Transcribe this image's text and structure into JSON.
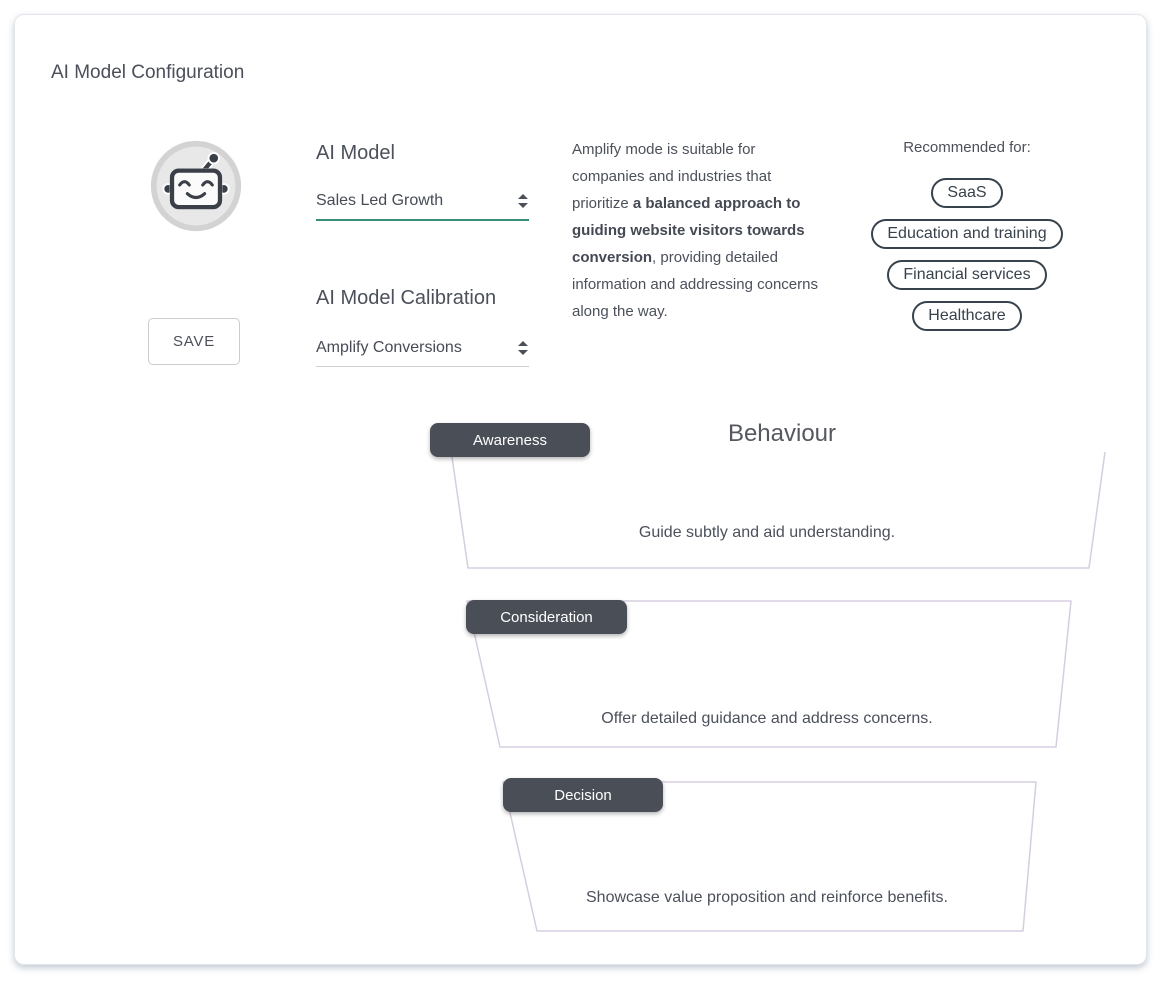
{
  "page": {
    "title": "AI Model Configuration"
  },
  "avatar": {
    "icon": "robot-icon"
  },
  "actions": {
    "save_label": "SAVE"
  },
  "model_field": {
    "label": "AI Model",
    "value": "Sales Led Growth",
    "icon": "sort-arrows-icon"
  },
  "calibration_field": {
    "label": "AI Model Calibration",
    "value": "Amplify Conversions",
    "icon": "sort-arrows-icon"
  },
  "description": {
    "pre": "Amplify mode is suitable for companies and industries that prioritize ",
    "bold": "a balanced approach to guiding website visitors towards conversion",
    "post": ", providing detailed information and addressing concerns along the way."
  },
  "recommended": {
    "heading": "Recommended for:",
    "pills": [
      "SaaS",
      "Education and training",
      "Financial services",
      "Healthcare"
    ]
  },
  "behaviour": {
    "title": "Behaviour",
    "stages": [
      {
        "label": "Awareness",
        "description": "Guide subtly and aid understanding."
      },
      {
        "label": "Consideration",
        "description": "Offer detailed guidance and address concerns."
      },
      {
        "label": "Decision",
        "description": "Showcase value proposition and reinforce benefits."
      }
    ]
  },
  "colors": {
    "accent_teal": "#3a8d7a",
    "badge_slate": "#4a4e57",
    "funnel_outline": "#d7cde0",
    "pill_border": "#37424c",
    "text_primary": "#4b505a"
  }
}
